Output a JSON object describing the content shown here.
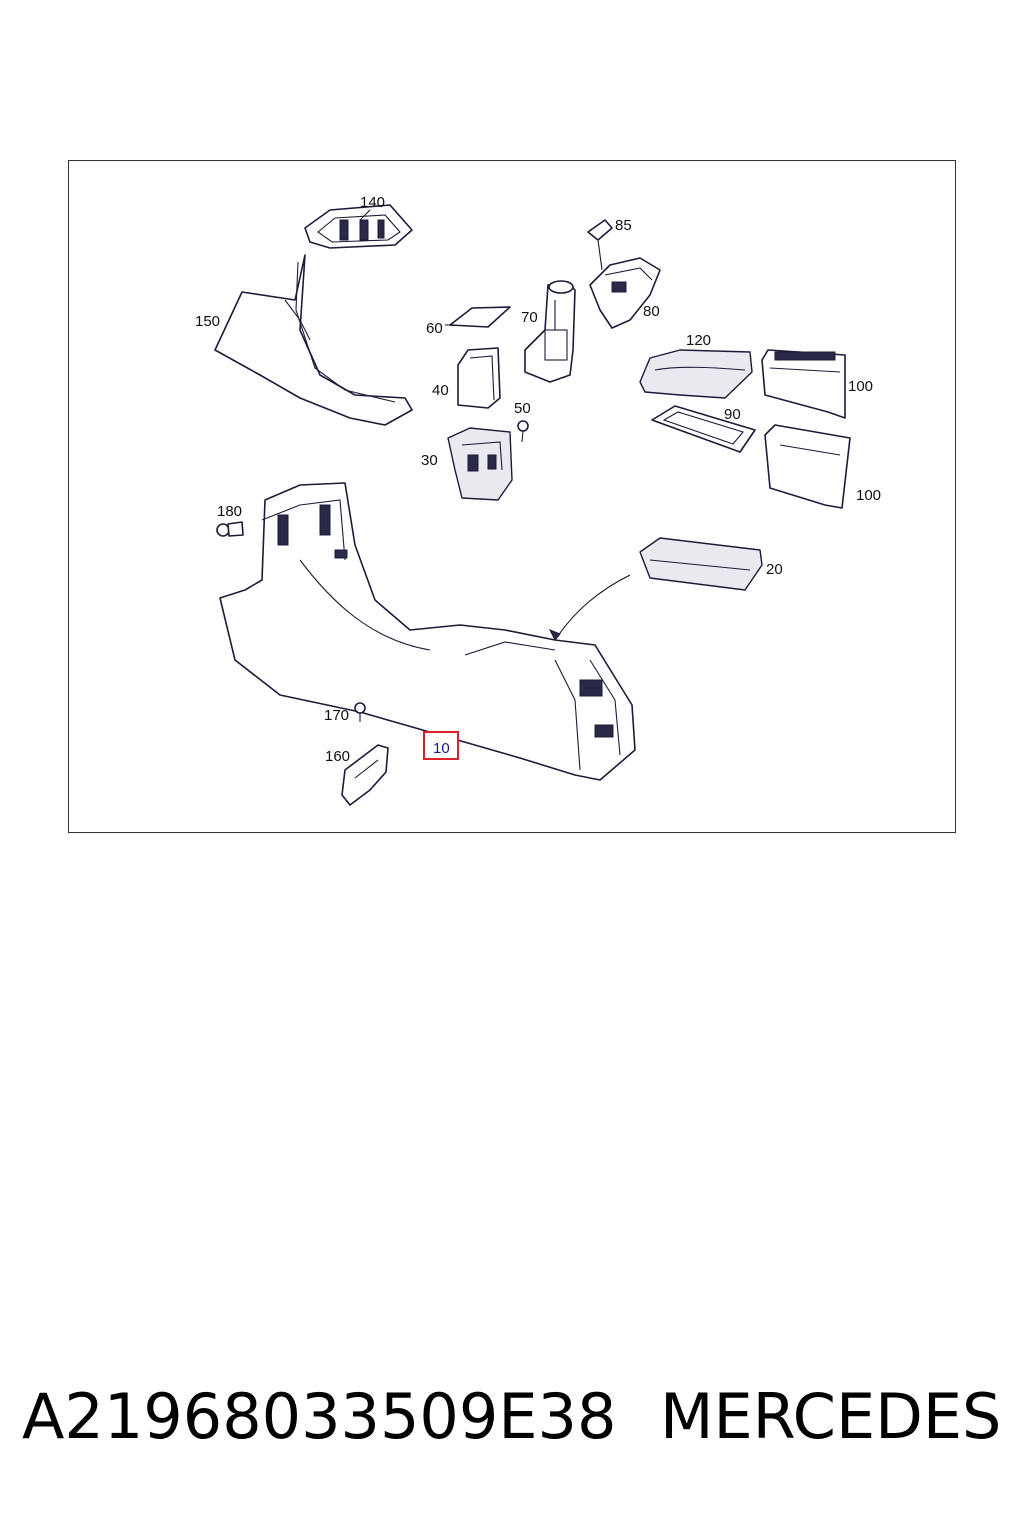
{
  "diagram": {
    "callouts": [
      {
        "id": "c140",
        "label": "140"
      },
      {
        "id": "c85",
        "label": "85"
      },
      {
        "id": "c150",
        "label": "150"
      },
      {
        "id": "c60",
        "label": "60"
      },
      {
        "id": "c70",
        "label": "70"
      },
      {
        "id": "c80",
        "label": "80"
      },
      {
        "id": "c120",
        "label": "120"
      },
      {
        "id": "c40",
        "label": "40"
      },
      {
        "id": "c50",
        "label": "50"
      },
      {
        "id": "c100a",
        "label": "100"
      },
      {
        "id": "c90",
        "label": "90"
      },
      {
        "id": "c30",
        "label": "30"
      },
      {
        "id": "c100b",
        "label": "100"
      },
      {
        "id": "c180",
        "label": "180"
      },
      {
        "id": "c20",
        "label": "20"
      },
      {
        "id": "c170",
        "label": "170"
      },
      {
        "id": "c160",
        "label": "160"
      },
      {
        "id": "c10",
        "label": "10"
      }
    ],
    "highlighted_callout": "10",
    "highlight_color": "#e0202a"
  },
  "footer": {
    "part_number": "A21968033509E38",
    "brand": "MERCEDES"
  }
}
